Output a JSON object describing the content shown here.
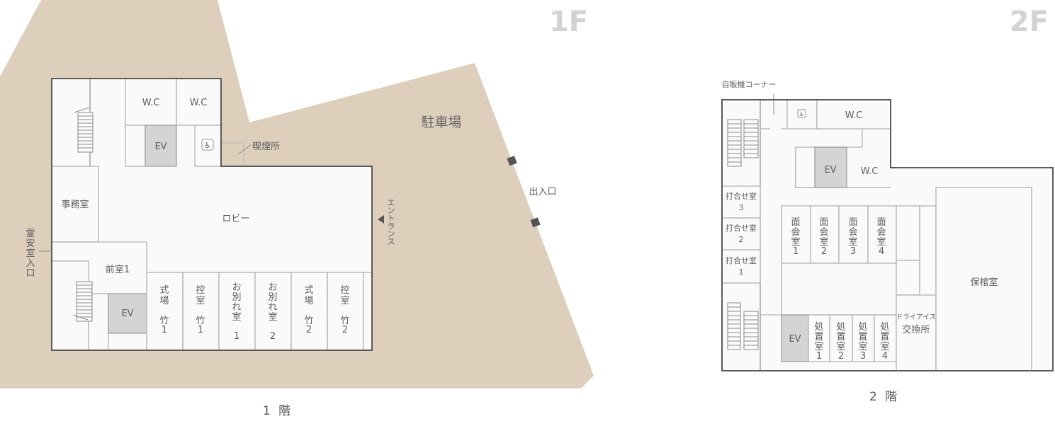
{
  "floor1": {
    "floor_mark": "1F",
    "caption": "1 階",
    "parking_label": "駐車場",
    "gate_label": "出入口",
    "entrance_label": [
      "エ",
      "ン",
      "ト",
      "ラ",
      "ン",
      "ス"
    ],
    "smoking_label": "喫煙所",
    "reian_entrance_label": [
      "霊",
      "安",
      "室",
      "入",
      "口"
    ],
    "rooms": {
      "wc_left": "W.C",
      "wc_right": "W.C",
      "ev_top": "EV",
      "office": "事務室",
      "lobby": "ロビー",
      "anteroom": "前室1",
      "ev_bottom": "EV"
    },
    "small_rooms": [
      {
        "lines": [
          "式",
          "場"
        ],
        "num_lines": [
          "竹",
          "1"
        ]
      },
      {
        "lines": [
          "控",
          "室"
        ],
        "num_lines": [
          "竹",
          "1"
        ]
      },
      {
        "lines": [
          "お",
          "別",
          "れ",
          "室"
        ],
        "num_lines": [
          "1"
        ]
      },
      {
        "lines": [
          "お",
          "別",
          "れ",
          "室"
        ],
        "num_lines": [
          "2"
        ]
      },
      {
        "lines": [
          "式",
          "場"
        ],
        "num_lines": [
          "竹",
          "2"
        ]
      },
      {
        "lines": [
          "控",
          "室"
        ],
        "num_lines": [
          "竹",
          "2"
        ]
      }
    ],
    "icons": {
      "accessible_toilet": "wheelchair-icon",
      "entrance_arrow": "triangle-left-icon",
      "gate_markers": "square-marker-icon"
    }
  },
  "floor2": {
    "floor_mark": "2F",
    "caption": "2 階",
    "vending_label": "自販機コーナー",
    "rooms": {
      "wc_top": "W.C",
      "ev_top": "EV",
      "wc_mid": "W.C",
      "ev_bottom": "EV",
      "dry_ice_line1": "ドライアイス",
      "dry_ice_line2": "交換所",
      "coffin_room": "保棺室"
    },
    "meeting_rooms": [
      {
        "name": "打合せ室",
        "num": "3"
      },
      {
        "name": "打合せ室",
        "num": "2"
      },
      {
        "name": "打合せ室",
        "num": "1"
      }
    ],
    "visitor_rooms": [
      {
        "lines": [
          "面",
          "会",
          "室",
          "1"
        ]
      },
      {
        "lines": [
          "面",
          "会",
          "室",
          "2"
        ]
      },
      {
        "lines": [
          "面",
          "会",
          "室",
          "3"
        ]
      },
      {
        "lines": [
          "面",
          "会",
          "室",
          "4"
        ]
      }
    ],
    "treatment_rooms": [
      {
        "lines": [
          "処",
          "置",
          "室",
          "1"
        ]
      },
      {
        "lines": [
          "処",
          "置",
          "室",
          "2"
        ]
      },
      {
        "lines": [
          "処",
          "置",
          "室",
          "3"
        ]
      },
      {
        "lines": [
          "処",
          "置",
          "室",
          "4"
        ]
      }
    ],
    "icons": {
      "accessible_toilet": "wheelchair-icon"
    }
  },
  "colors": {
    "ground": "#ddcfbb",
    "floor": "#fafafa",
    "elevator": "#d4d4d4",
    "floor_mark": "#d3d3d3"
  }
}
